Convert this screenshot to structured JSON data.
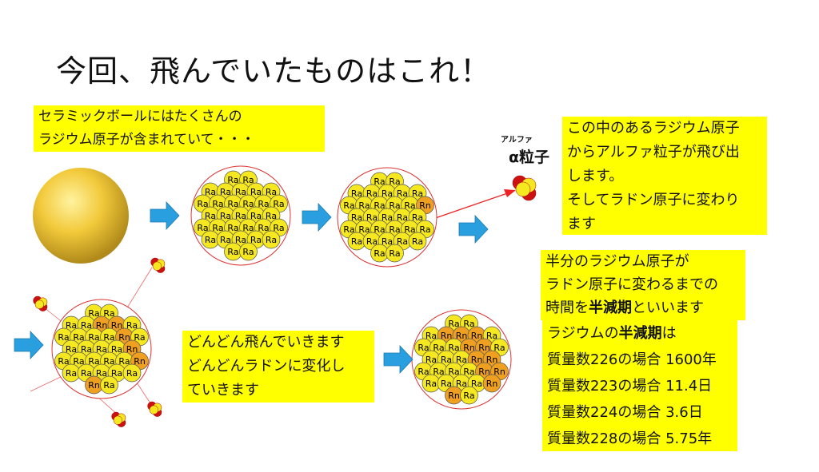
{
  "title": "今回、飛んでいたものはこれ！",
  "box1": [
    "セラミックボールにはたくさんの",
    "ラジウム原子が含まれていて・・・"
  ],
  "alpha": {
    "ruby": "アルファ",
    "label": "α粒子"
  },
  "box2": [
    "この中のあるラジウム原子",
    "からアルファ粒子が飛び出",
    "します。",
    "そしてラドン原子に変わり",
    "ます"
  ],
  "box3": [
    "どんどん飛んでいきます",
    "どんどんラドンに変化し",
    "ていきます"
  ],
  "box4": {
    "l1": "半分のラジウム原子が",
    "l2": "ラドン原子に変わるまでの",
    "l3a": "時間を",
    "l3b": "半減期",
    "l3c": "といいます"
  },
  "box5": {
    "h_a": "ラジウムの",
    "h_b": "半減期",
    "h_c": "は",
    "rows": [
      "質量数226の場合  1600年",
      "質量数223の場合  11.4日",
      "質量数224の場合  3.6日",
      "質量数228の場合  5.75年"
    ]
  },
  "atoms": {
    "ra": "Ra",
    "rn": "Rn"
  },
  "clusters": [
    {
      "rn_count": 0
    },
    {
      "rn_count": 1
    },
    {
      "rn_count": 6
    },
    {
      "rn_count": 11
    }
  ],
  "colors": {
    "yellow": "#ffff00",
    "ra": "#f5e820",
    "rn": "#f0a020",
    "arrow": "#2a9fe0",
    "red": "#cc1111"
  }
}
